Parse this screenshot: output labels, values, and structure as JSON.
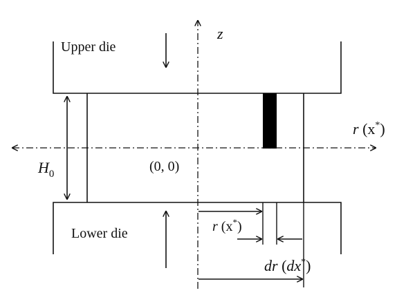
{
  "diagram": {
    "labels": {
      "upper_die": "Upper die",
      "lower_die": "Lower die",
      "z_axis": "z",
      "r_axis_var": "r",
      "r_axis_paren": "(x",
      "r_axis_star": "*",
      "r_axis_close": ")",
      "h_symbol": "H",
      "h_subscript": "0",
      "origin": "(0, 0)",
      "r_dim_var": "r",
      "r_dim_paren": "(x",
      "r_dim_star": "*",
      "r_dim_close": ")",
      "dr_var": "dr",
      "dr_paren": "(",
      "dr_dx": "dx",
      "dr_star": "*",
      "dr_close": ")"
    },
    "colors": {
      "line": "#111111",
      "element_fill": "#000000",
      "background": "#ffffff"
    }
  }
}
